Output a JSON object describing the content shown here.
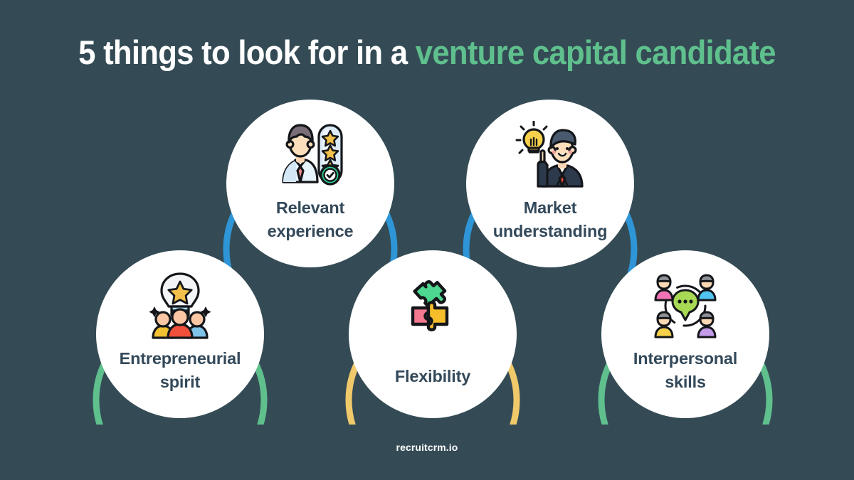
{
  "background_color": "#344B55",
  "title": {
    "plain": "5 things to look for in a ",
    "accent": "venture capital candidate",
    "accent_color": "#5FC08D",
    "plain_color": "#FFFFFF"
  },
  "footer": {
    "text": "recruitcrm.io"
  },
  "label_color": "#33495A",
  "cards": [
    {
      "id": "relevant-experience",
      "label": "Relevant experience",
      "label_lines": [
        "Relevant",
        "experience"
      ],
      "arc_color": "#2E95D6",
      "icon_name": "candidate-star-rating-icon",
      "icon_description": "Man in light blue shirt with pink tie beside a vertical bar holding three gold stars and a green check mark"
    },
    {
      "id": "market-understanding",
      "label": "Market understanding",
      "label_lines": [
        "Market",
        "understanding"
      ],
      "arc_color": "#2E95D6",
      "icon_name": "businessman-idea-bulb-icon",
      "icon_description": "Businessman in dark navy suit with red tie raising a finger next to a glowing yellow lightbulb"
    },
    {
      "id": "entrepreneurial-spirit",
      "label": "Entrepreneurial spirit",
      "label_lines": [
        "Entrepreneurial",
        "spirit"
      ],
      "arc_color": "#5FC08D",
      "icon_name": "lightbulb-team-star-icon",
      "icon_description": "Lightbulb containing a gold star above three people in yellow, red and blue shirts"
    },
    {
      "id": "flexibility",
      "label": "Flexibility",
      "label_lines": [
        "Flexibility"
      ],
      "arc_color": "#F0C96B",
      "icon_name": "puzzle-pieces-icon",
      "icon_description": "Green puzzle piece floating above joined pink and yellow puzzle pieces"
    },
    {
      "id": "interpersonal-skills",
      "label": "Interpersonal skills",
      "label_lines": [
        "Interpersonal",
        "skills"
      ],
      "arc_color": "#5FC08D",
      "icon_name": "people-network-chat-icon",
      "icon_description": "Four people in pink, blue, yellow and purple shirts connected in a ring around a green speech bubble"
    }
  ],
  "palette": {
    "blue_arc": "#2E95D6",
    "green_arc": "#5FC08D",
    "yellow_arc": "#F0C96B",
    "card_fill": "#FFFFFF",
    "star_gold": "#F2C14B",
    "check_green": "#2FD296",
    "shirt_blue": "#E8F4FC",
    "tie_pink": "#F08D8D",
    "hair_gray": "#7A6E78",
    "suit_navy": "#2C3A4C",
    "tie_red": "#E0443A",
    "skin": "#FAD7B4",
    "person_yellow": "#F2C033",
    "person_red": "#F0503C",
    "person_blue": "#7FC3E8",
    "person_pink": "#F472B6",
    "person_purple": "#C49BE8",
    "bulb_yellow": "#F7D14B",
    "puzzle_green": "#4ED88F",
    "puzzle_pink": "#F4788F",
    "puzzle_yellow": "#F7BE2C",
    "speech_green": "#A8D955",
    "outline": "#14161A"
  }
}
